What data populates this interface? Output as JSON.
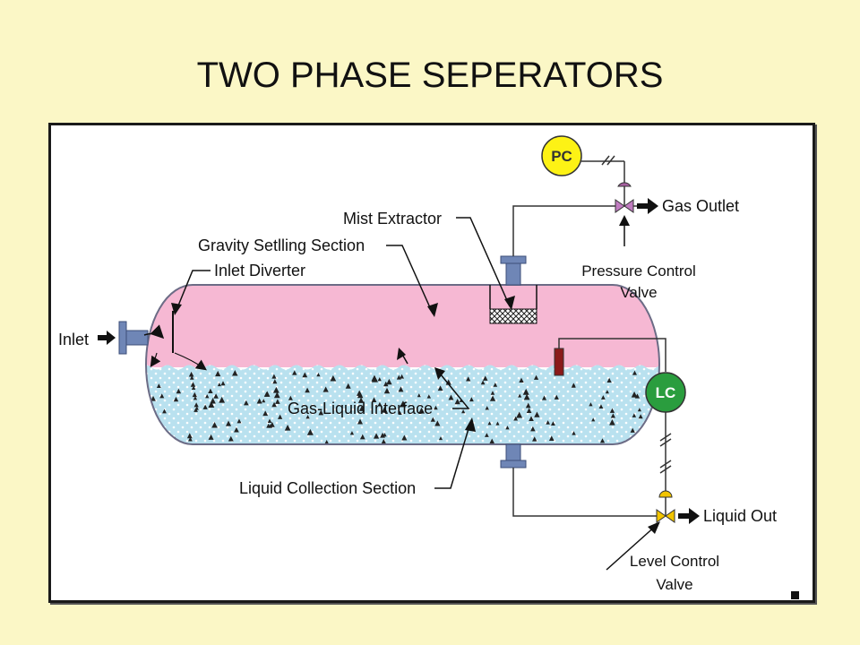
{
  "title": "TWO PHASE SEPERATORS",
  "labels": {
    "inlet": "Inlet",
    "inlet_diverter": "Inlet Diverter",
    "gravity_settling": "Gravity Setlling Section",
    "mist_extractor": "Mist Extractor",
    "gas_outlet": "Gas Outlet",
    "pressure_control_valve_line1": "Pressure Control",
    "pressure_control_valve_line2": "Valve",
    "gas_liquid_interface": "Gas-Liquid Interface",
    "liquid_collection": "Liquid Collection Section",
    "liquid_out": "Liquid Out",
    "level_control_valve_line1": "Level Control",
    "level_control_valve_line2": "Valve",
    "pc_tag": "PC",
    "lc_tag": "LC"
  },
  "colors": {
    "background": "#fbf7c6",
    "gas_zone": "#f6b8d3",
    "liquid_zone": "#b9e1ef",
    "pc_controller": "#fdf215",
    "lc_controller": "#2a9d3e",
    "nozzle": "#6f86b6",
    "level_sensor": "#8b1a1a",
    "valve": "#f2c400"
  }
}
